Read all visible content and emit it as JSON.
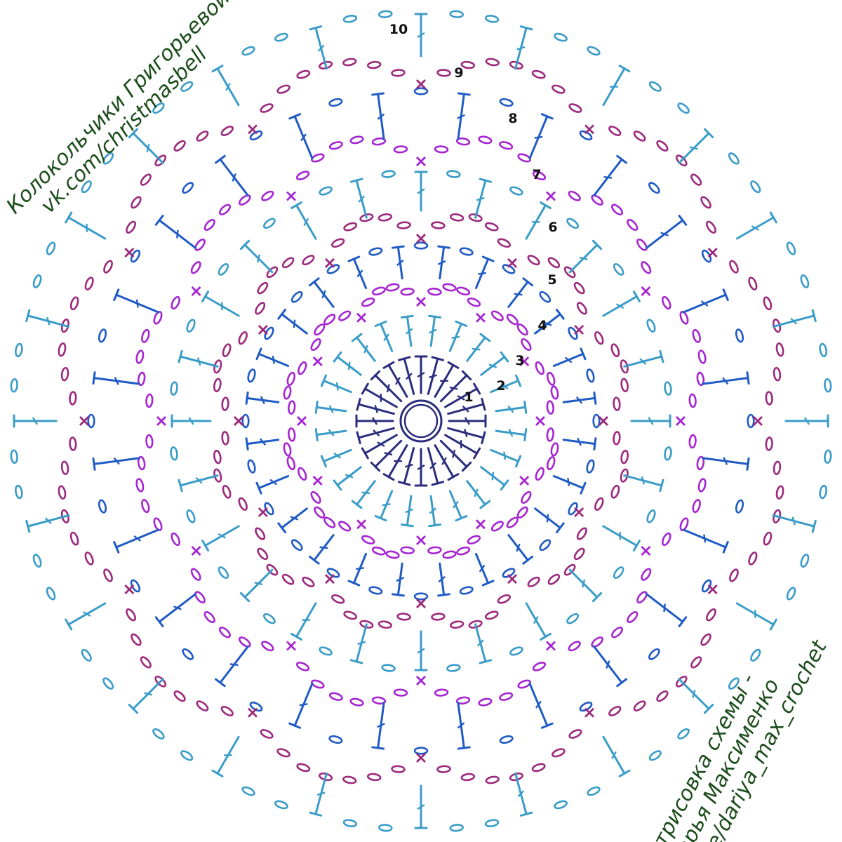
{
  "credits": {
    "top": [
      "Колокольчики Григорьевой",
      "vk.com/christmasbell"
    ],
    "bottom": [
      "отрисовка схемы -",
      "Дарья Максименко",
      "t.me/dariya_max_crochet"
    ]
  },
  "row_numbers": [
    "1",
    "2",
    "3",
    "4",
    "5",
    "6",
    "7",
    "8",
    "9",
    "10"
  ],
  "colors": {
    "navy": "#2a2d7c",
    "teal": "#3a9cc8",
    "violet": "#a626d1",
    "blue": "#1f5bc4",
    "magenta": "#9c2a7e",
    "credit_text": "#1b4d1b",
    "number_text": "#111111"
  },
  "rows": [
    {
      "row": 1,
      "stitch": "double-crochet",
      "count": 24,
      "color": "navy"
    },
    {
      "row": 2,
      "stitch": "double-crochet",
      "count": 24,
      "color": "teal"
    },
    {
      "row": 3,
      "stitch": "chain-arches-single-crochet",
      "count": 12,
      "color": "violet"
    },
    {
      "row": 4,
      "stitch": "double-crochet-with-chains",
      "count": 24,
      "color": "blue"
    },
    {
      "row": 5,
      "stitch": "chain-arches-single-crochet",
      "count": 12,
      "color": "magenta"
    },
    {
      "row": 6,
      "stitch": "double-crochet-with-chains",
      "count": 24,
      "color": "teal"
    },
    {
      "row": 7,
      "stitch": "chain-arches-single-crochet",
      "count": 12,
      "color": "violet"
    },
    {
      "row": 8,
      "stitch": "double-crochet-with-chains",
      "count": 24,
      "color": "blue"
    },
    {
      "row": 9,
      "stitch": "chain-arches-single-crochet",
      "count": 12,
      "color": "magenta"
    },
    {
      "row": 10,
      "stitch": "double-crochet-with-chains",
      "count": 24,
      "color": "teal"
    }
  ]
}
